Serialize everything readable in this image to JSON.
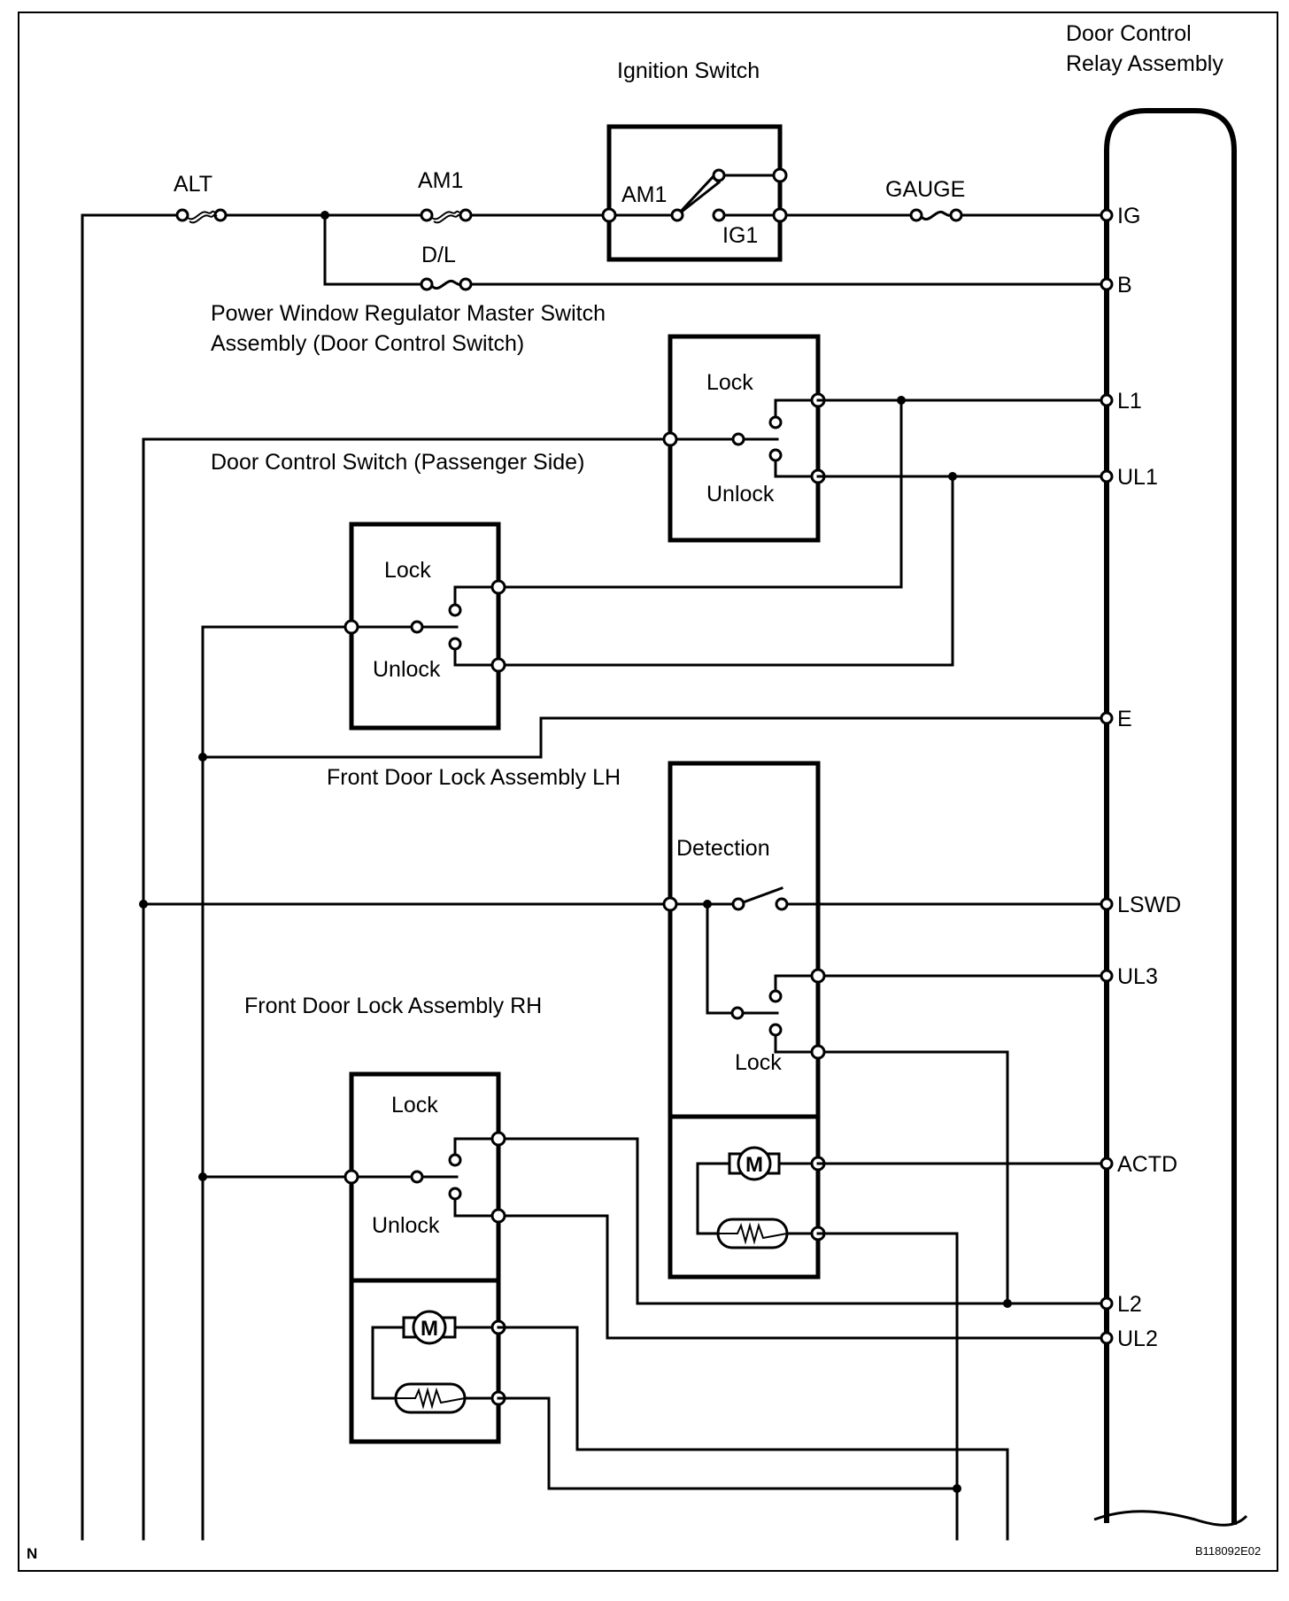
{
  "diagram": {
    "figure_id": "B118092E02",
    "corner_mark": "N",
    "colors": {
      "ink": "#000000",
      "paper": "#ffffff"
    },
    "fuses": {
      "alt": "ALT",
      "am1": "AM1",
      "dl": "D/L",
      "gauge": "GAUGE"
    },
    "ignition_switch": {
      "title": "Ignition Switch",
      "in_label": "AM1",
      "out_label": "IG1"
    },
    "relay": {
      "title_line1": "Door Control",
      "title_line2": "Relay Assembly",
      "pins": [
        "IG",
        "B",
        "L1",
        "UL1",
        "E",
        "LSWD",
        "UL3",
        "ACTD",
        "L2",
        "UL2"
      ]
    },
    "master_switch": {
      "title_line1": "Power Window Regulator Master Switch",
      "title_line2": "Assembly (Door Control Switch)",
      "lock": "Lock",
      "unlock": "Unlock"
    },
    "passenger_switch": {
      "title": "Door Control Switch (Passenger Side)",
      "lock": "Lock",
      "unlock": "Unlock"
    },
    "lh_lock": {
      "title": "Front Door Lock Assembly LH",
      "detection": "Detection",
      "lock": "Lock",
      "motor": "M"
    },
    "rh_lock": {
      "title": "Front Door Lock Assembly RH",
      "lock": "Lock",
      "unlock": "Unlock",
      "motor": "M"
    }
  }
}
